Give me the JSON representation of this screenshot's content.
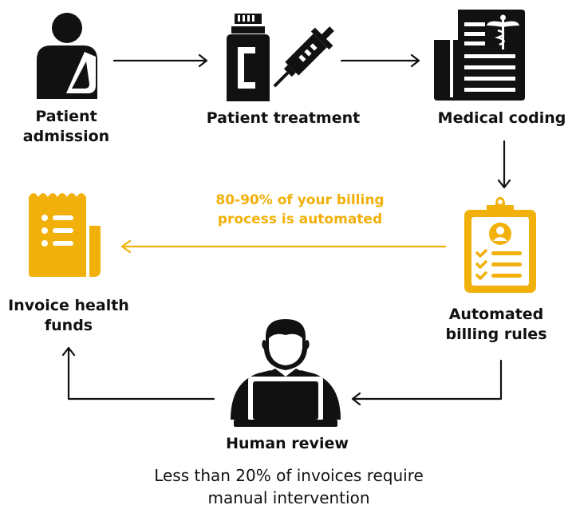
{
  "colors": {
    "dark": "#111111",
    "accent": "#F2B00A",
    "background": "#ffffff"
  },
  "steps": {
    "patient_admission": {
      "label": "Patient admission",
      "icon": "patient-arm-sling-icon"
    },
    "patient_treatment": {
      "label": "Patient treatment",
      "icon": "medicine-bottle-syringe-icon"
    },
    "medical_coding": {
      "label": "Medical coding",
      "icon": "medical-document-caduceus-icon"
    },
    "automated_billing": {
      "label": "Automated billing rules",
      "icon": "clipboard-checklist-icon"
    },
    "human_review": {
      "label": "Human review",
      "icon": "person-laptop-icon"
    },
    "invoice_health_funds": {
      "label": "Invoice health funds",
      "icon": "invoice-receipt-icon"
    }
  },
  "automation_note": "80-90% of your billing process is automated",
  "footer_note": "Less than 20% of invoices require manual intervention"
}
